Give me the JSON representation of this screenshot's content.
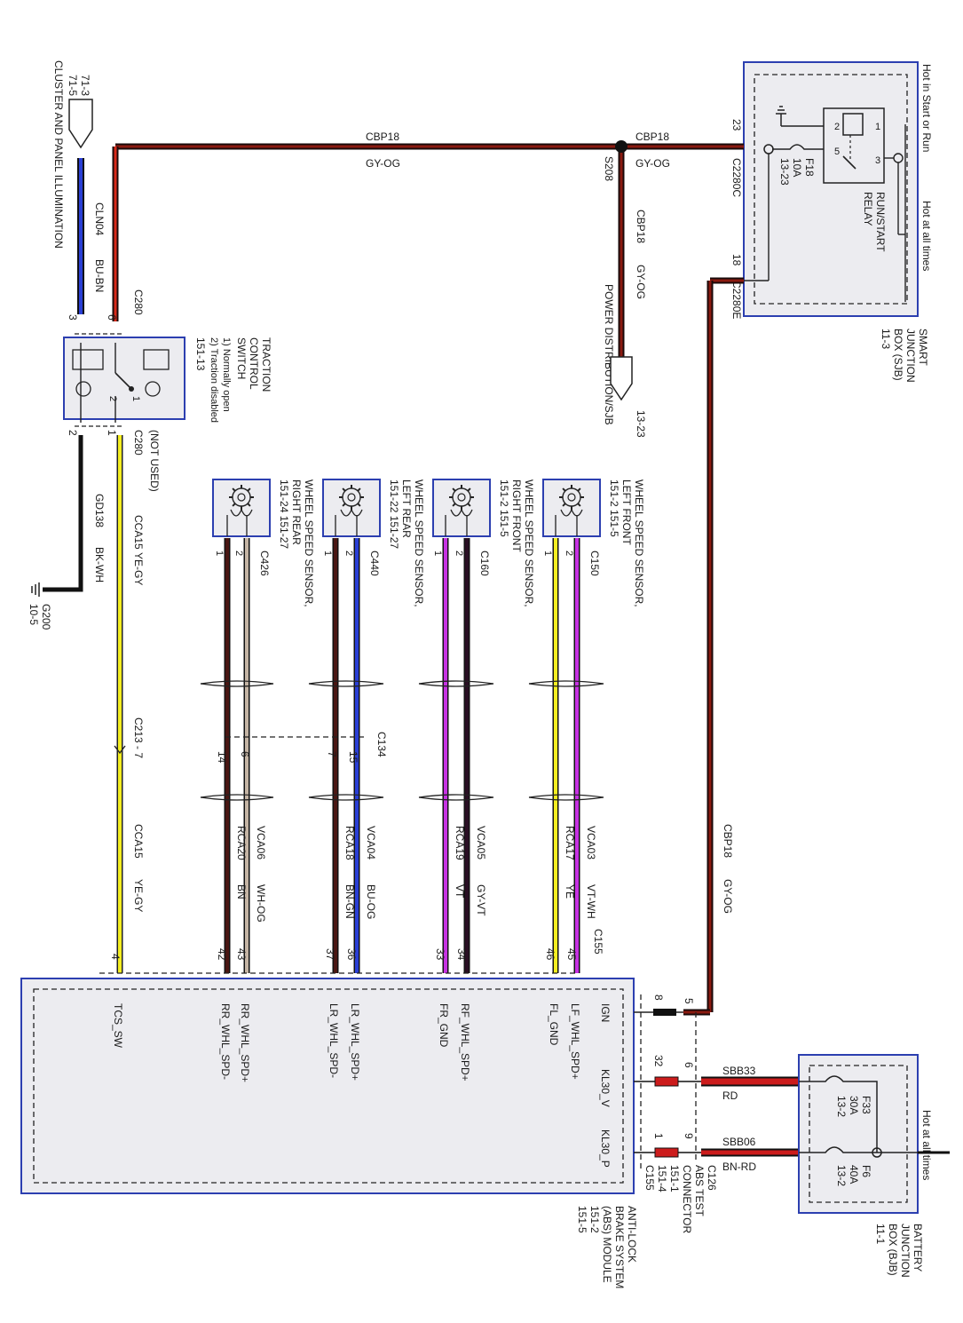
{
  "colors": {
    "cbp18_core": "#8b1a10",
    "cbp18_edge": "#1a0a0a",
    "red": "#cc1c1c",
    "blue": "#2a3fd6",
    "yellow": "#f4ee21",
    "violet": "#c632e2",
    "dark_violet": "#2a0f24",
    "brown": "#4a1713",
    "tan": "#c4b4a4",
    "black": "#111111",
    "box_border": "#2c3fb0",
    "box_fill": "#ececf0"
  },
  "labels": {
    "hot_start_run": "Hot in Start or Run",
    "hot_all_times_top": "Hot at all times",
    "hot_all_times_bottom": "Hot at all times",
    "sjb": [
      "SMART",
      "JUNCTION",
      "BOX (SJB)",
      "11-3"
    ],
    "run_start_relay": [
      "RUN/START",
      "RELAY"
    ],
    "f18": [
      "F18",
      "10A",
      "13-23"
    ],
    "c2280c": "C2280C",
    "c2280e": "C2280E",
    "pin23": "23",
    "pin18": "18",
    "relay_pins": [
      "1",
      "2",
      "3",
      "5"
    ],
    "cbp18": "CBP18",
    "gy_og": "GY-OG",
    "s208": "S208",
    "power_dist": "POWER DISTRIBUTION/SJB",
    "power_dist_ref": "13-23",
    "cluster_ref": [
      "71-3",
      "71-5"
    ],
    "cluster_label": "CLUSTER AND PANEL ILLUMINATION",
    "cln04": "CLN04",
    "bu_bn": "BU-BN",
    "c280": "C280",
    "tcs_pins": [
      "3",
      "6",
      "2",
      "1"
    ],
    "tcs_title": [
      "TRACTION",
      "CONTROL",
      "SWITCH"
    ],
    "tcs_notes": [
      "1) Normally open",
      "2) Traction disabled",
      "151-13"
    ],
    "tcs_switch_nums": [
      "1",
      "2"
    ],
    "not_used": "(NOT USED)",
    "gd138": "GD138",
    "bk_wh": "BK-WH",
    "g200": [
      "G200",
      "10-5"
    ],
    "cca15": "CCA15",
    "ye_gy": "YE-GY",
    "c213": "C213 - 7",
    "sensors": [
      {
        "title": [
          "WHEEL SPEED SENSOR,",
          "LEFT FRONT"
        ],
        "ref": "151-2    151-5",
        "conn": "C150",
        "p1": "1",
        "p2": "2"
      },
      {
        "title": [
          "WHEEL SPEED SENSOR,",
          "RIGHT FRONT"
        ],
        "ref": "151-2    151-5",
        "conn": "C160",
        "p1": "1",
        "p2": "2"
      },
      {
        "title": [
          "WHEEL SPEED SENSOR,",
          "LEFT REAR"
        ],
        "ref": "151-22    151-27",
        "conn": "C440",
        "p1": "1",
        "p2": "2"
      },
      {
        "title": [
          "WHEEL SPEED SENSOR,",
          "RIGHT REAR"
        ],
        "ref": "151-24    151-27",
        "conn": "C426",
        "p1": "1",
        "p2": "2"
      }
    ],
    "c134": "C134",
    "c134_pins": [
      "15",
      "7",
      "6",
      "14"
    ],
    "wires": [
      {
        "circuit": "VCA03",
        "color": "VT-WH"
      },
      {
        "circuit": "RCA17",
        "color": "YE"
      },
      {
        "circuit": "VCA05",
        "color": "GY-VT"
      },
      {
        "circuit": "RCA19",
        "color": "VT"
      },
      {
        "circuit": "VCA04",
        "color": "BU-OG"
      },
      {
        "circuit": "RCA18",
        "color": "BN-GN"
      },
      {
        "circuit": "VCA06",
        "color": "WH-OG"
      },
      {
        "circuit": "RCA20",
        "color": "BN"
      }
    ],
    "c155": "C155",
    "abs_pins": [
      "45",
      "46",
      "34",
      "33",
      "36",
      "37",
      "43",
      "42",
      "4"
    ],
    "abs_signals": [
      "LF_WHL_SPD+",
      "FL_GND",
      "RF_WHL_SPD+",
      "FR_GND",
      "LR_WHL_SPD+",
      "LR_WHL_SPD-",
      "RR_WHL_SPD+",
      "RR_WHL_SPD-",
      "TCS_SW"
    ],
    "ign": "IGN",
    "kl30_v": "KL30_V",
    "kl30_p": "KL30_P",
    "abs_left_pins": [
      "8",
      "32",
      "1"
    ],
    "c126_pins": [
      "5",
      "6",
      "9"
    ],
    "sbb33": "SBB33",
    "rd": "RD",
    "sbb06": "SBB06",
    "bn_rd": "BN-RD",
    "f33": [
      "F33",
      "30A",
      "13-2"
    ],
    "f6": [
      "F6",
      "40A",
      "13-2"
    ],
    "bjb": [
      "BATTERY",
      "JUNCTION",
      "BOX (BJB)",
      "11-1"
    ],
    "c126": [
      "C126",
      "ABS TEST",
      "CONNECTOR",
      "151-1",
      "151-4"
    ],
    "c155_bottom": "C155",
    "abs_module": [
      "ANTI-LOCK",
      "BRAKE SYSTEM",
      "(ABS) MODULE",
      "151-2",
      "151-5"
    ]
  }
}
